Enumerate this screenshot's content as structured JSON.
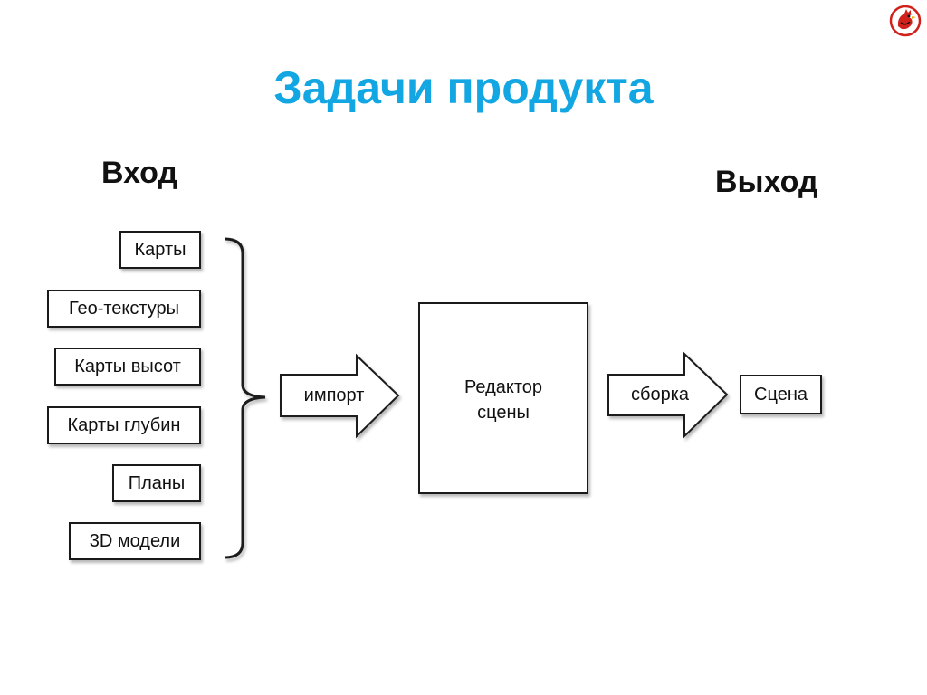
{
  "title": "Задачи продукта",
  "input_heading": "Вход",
  "output_heading": "Выход",
  "inputs": [
    "Карты",
    "Гео-текстуры",
    "Карты высот",
    "Карты глубин",
    "Планы",
    "3D модели"
  ],
  "import_label": "импорт",
  "editor_label_line1": "Редактор",
  "editor_label_line2": "сцены",
  "build_label": "сборка",
  "output_label": "Сцена",
  "colors": {
    "title": "#12a6e3",
    "stroke": "#1a1a1a",
    "logo_red": "#d0211c"
  },
  "logo_icon": "rooster-logo-icon"
}
